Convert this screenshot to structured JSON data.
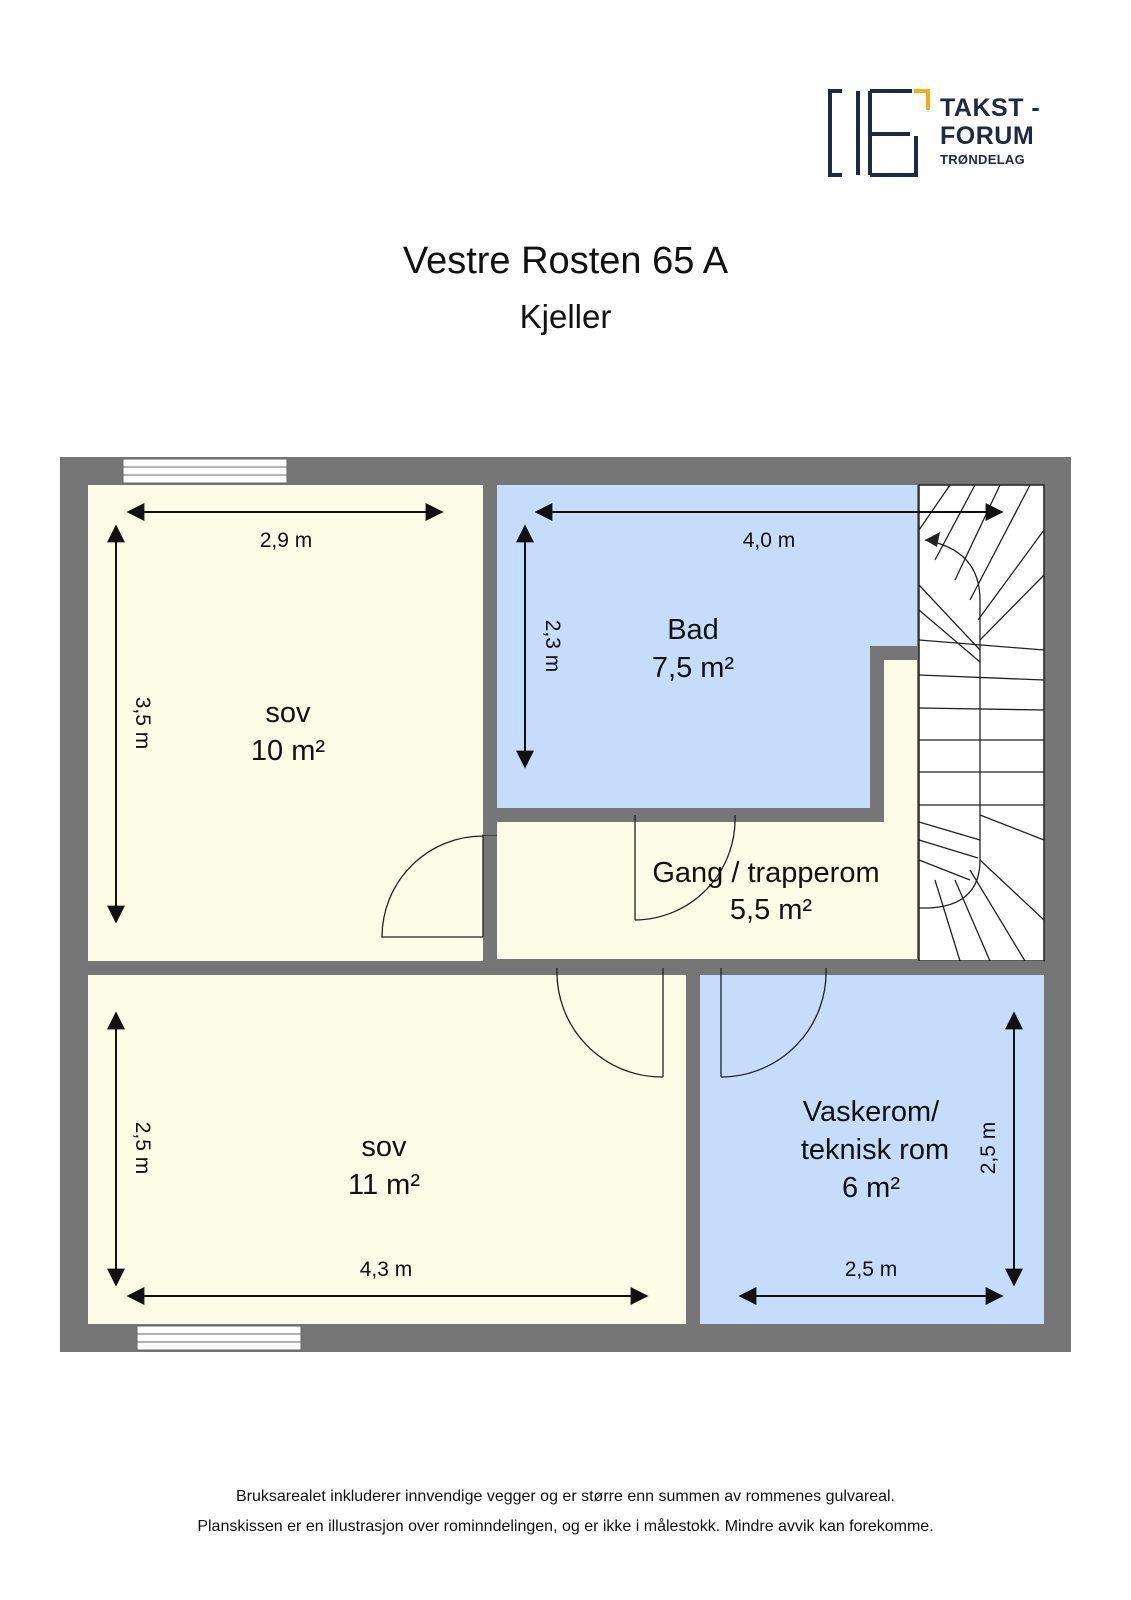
{
  "logo": {
    "line1": "TAKST -",
    "line2": "FORUM",
    "line3": "TRØNDELAG"
  },
  "title": "Vestre Rosten 65 A",
  "subtitle": "Kjeller",
  "rooms": {
    "sov1": {
      "name": "sov",
      "area": "10 m²"
    },
    "bad": {
      "name": "Bad",
      "area": "7,5 m²"
    },
    "gang": {
      "name": "Gang / trapperom",
      "area": "5,5 m²"
    },
    "sov2": {
      "name": "sov",
      "area": "11 m²"
    },
    "vask": {
      "name_line1": "Vaskerom/",
      "name_line2": "teknisk rom",
      "area": "6 m²"
    }
  },
  "dimensions": {
    "sov1_width": "2,9 m",
    "sov1_height": "3,5 m",
    "bad_width": "4,0 m",
    "bad_height": "2,3 m",
    "sov2_height": "2,5 m",
    "sov2_width": "4,3 m",
    "vask_height": "2,5 m",
    "vask_width": "2,5 m"
  },
  "colors": {
    "wall": "#767676",
    "dry_room": "#fdfce7",
    "wet_room": "#c5dcfa",
    "logo_navy": "#1d2a44",
    "logo_gold": "#f2b01e"
  },
  "footer": {
    "line1": "Bruksarealet inkluderer innvendige vegger og er større enn summen av rommenes gulvareal.",
    "line2": "Planskissen er en illustrasjon over rominndelingen, og er ikke i målestokk. Mindre avvik kan forekomme."
  }
}
